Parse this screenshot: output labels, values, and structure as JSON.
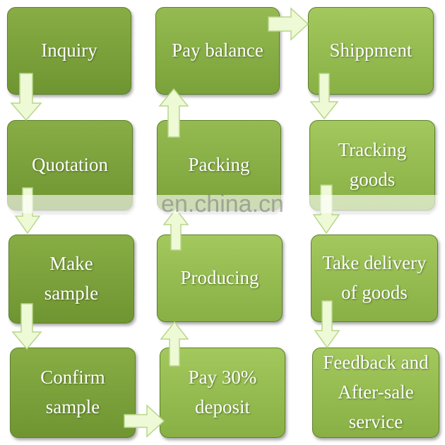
{
  "steps": {
    "inquiry": "Inquiry",
    "quotation": "Quotation",
    "make_sample": "Make\nsample",
    "confirm_sample": "Confirm\nsample",
    "pay_deposit": "Pay 30%\ndeposit",
    "producing": "Producing",
    "packing": "Packing",
    "pay_balance": "Pay balance",
    "shippment": "Shippment",
    "tracking_goods": "Tracking\ngoods",
    "take_delivery": "Take delivery\nof goods",
    "feedback": "Feedback and\nAfter-sale\nservice"
  },
  "watermark": "en.china.cn",
  "colors": {
    "box_dark": "#7ba23a",
    "box_light": "#95ba52",
    "arrow_fill": "#eef9d6"
  }
}
